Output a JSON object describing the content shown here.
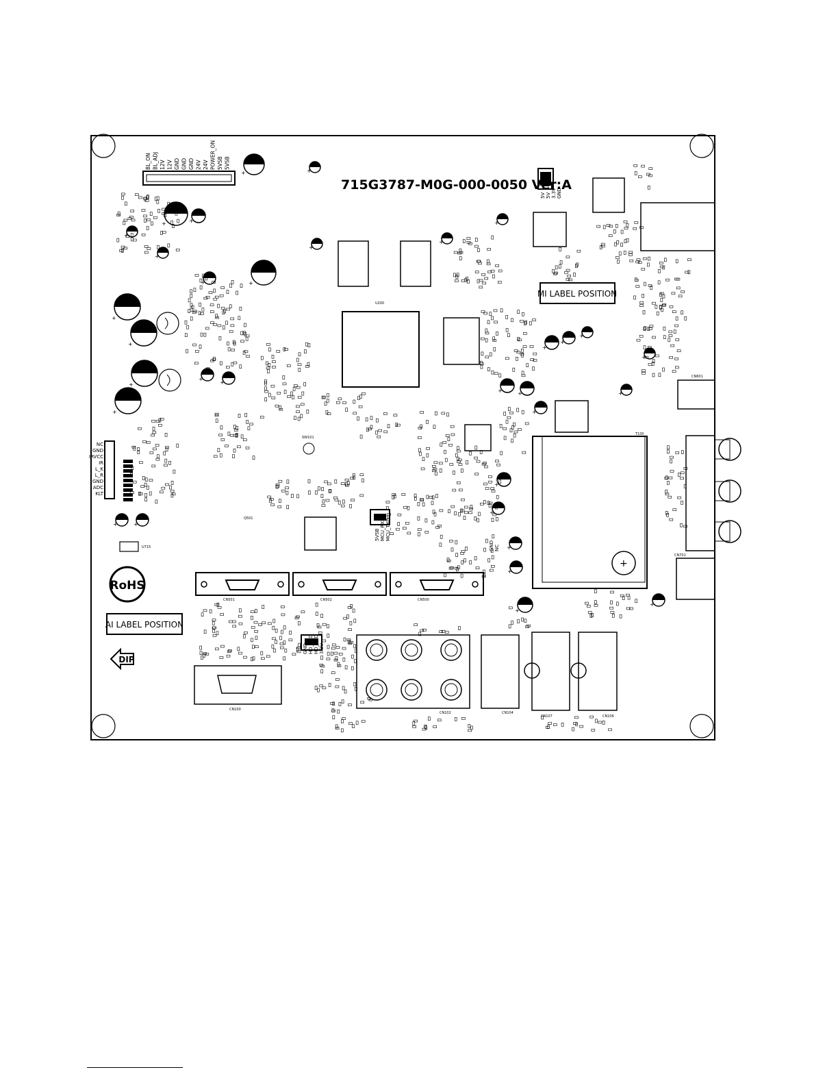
{
  "board": {
    "part_number": "715G3787-M0G-000-0050 Ver:A",
    "mi_label": "MI LABEL POSITION",
    "ai_label": "AI LABEL POSITION",
    "rohs": "RoHS",
    "dip": "DIP",
    "power_header_pins": [
      "BL_ON",
      "BL_ADJ",
      "12V",
      "12V",
      "GND",
      "GND",
      "GND",
      "24V",
      "24V",
      "POWER_ON",
      "5VSB",
      "5VSB"
    ],
    "left_header_pins": [
      "NC",
      "GND",
      "IRVCC",
      "IR",
      "L_K",
      "L_R",
      "GND",
      "ADC",
      "KLT"
    ],
    "right_header_pins": [
      "5V",
      "5V",
      "3.3V",
      "GND"
    ],
    "connectors": {
      "vga": "CN100",
      "hdmi1": "CN501",
      "hdmi2": "CN502",
      "hdmi3": "CN500",
      "av": "CN102",
      "scart1": "CN104",
      "scart2": "CN107",
      "scart3": "CN106",
      "audio": "CN601",
      "headphone": "CN701",
      "main_ic": "U200",
      "tuner": "T100",
      "switch": "SW101",
      "button_left": "Q501",
      "small_box": "U715"
    },
    "side_labels": {
      "serial_mid": [
        "5VSB",
        "MCU_RXD",
        "MCU_TXD"
      ],
      "serial_low": [
        "GND",
        "HD_RXD",
        "HD_TXD",
        "3.3V"
      ],
      "nc_label": [
        "GND",
        "NC"
      ]
    }
  }
}
